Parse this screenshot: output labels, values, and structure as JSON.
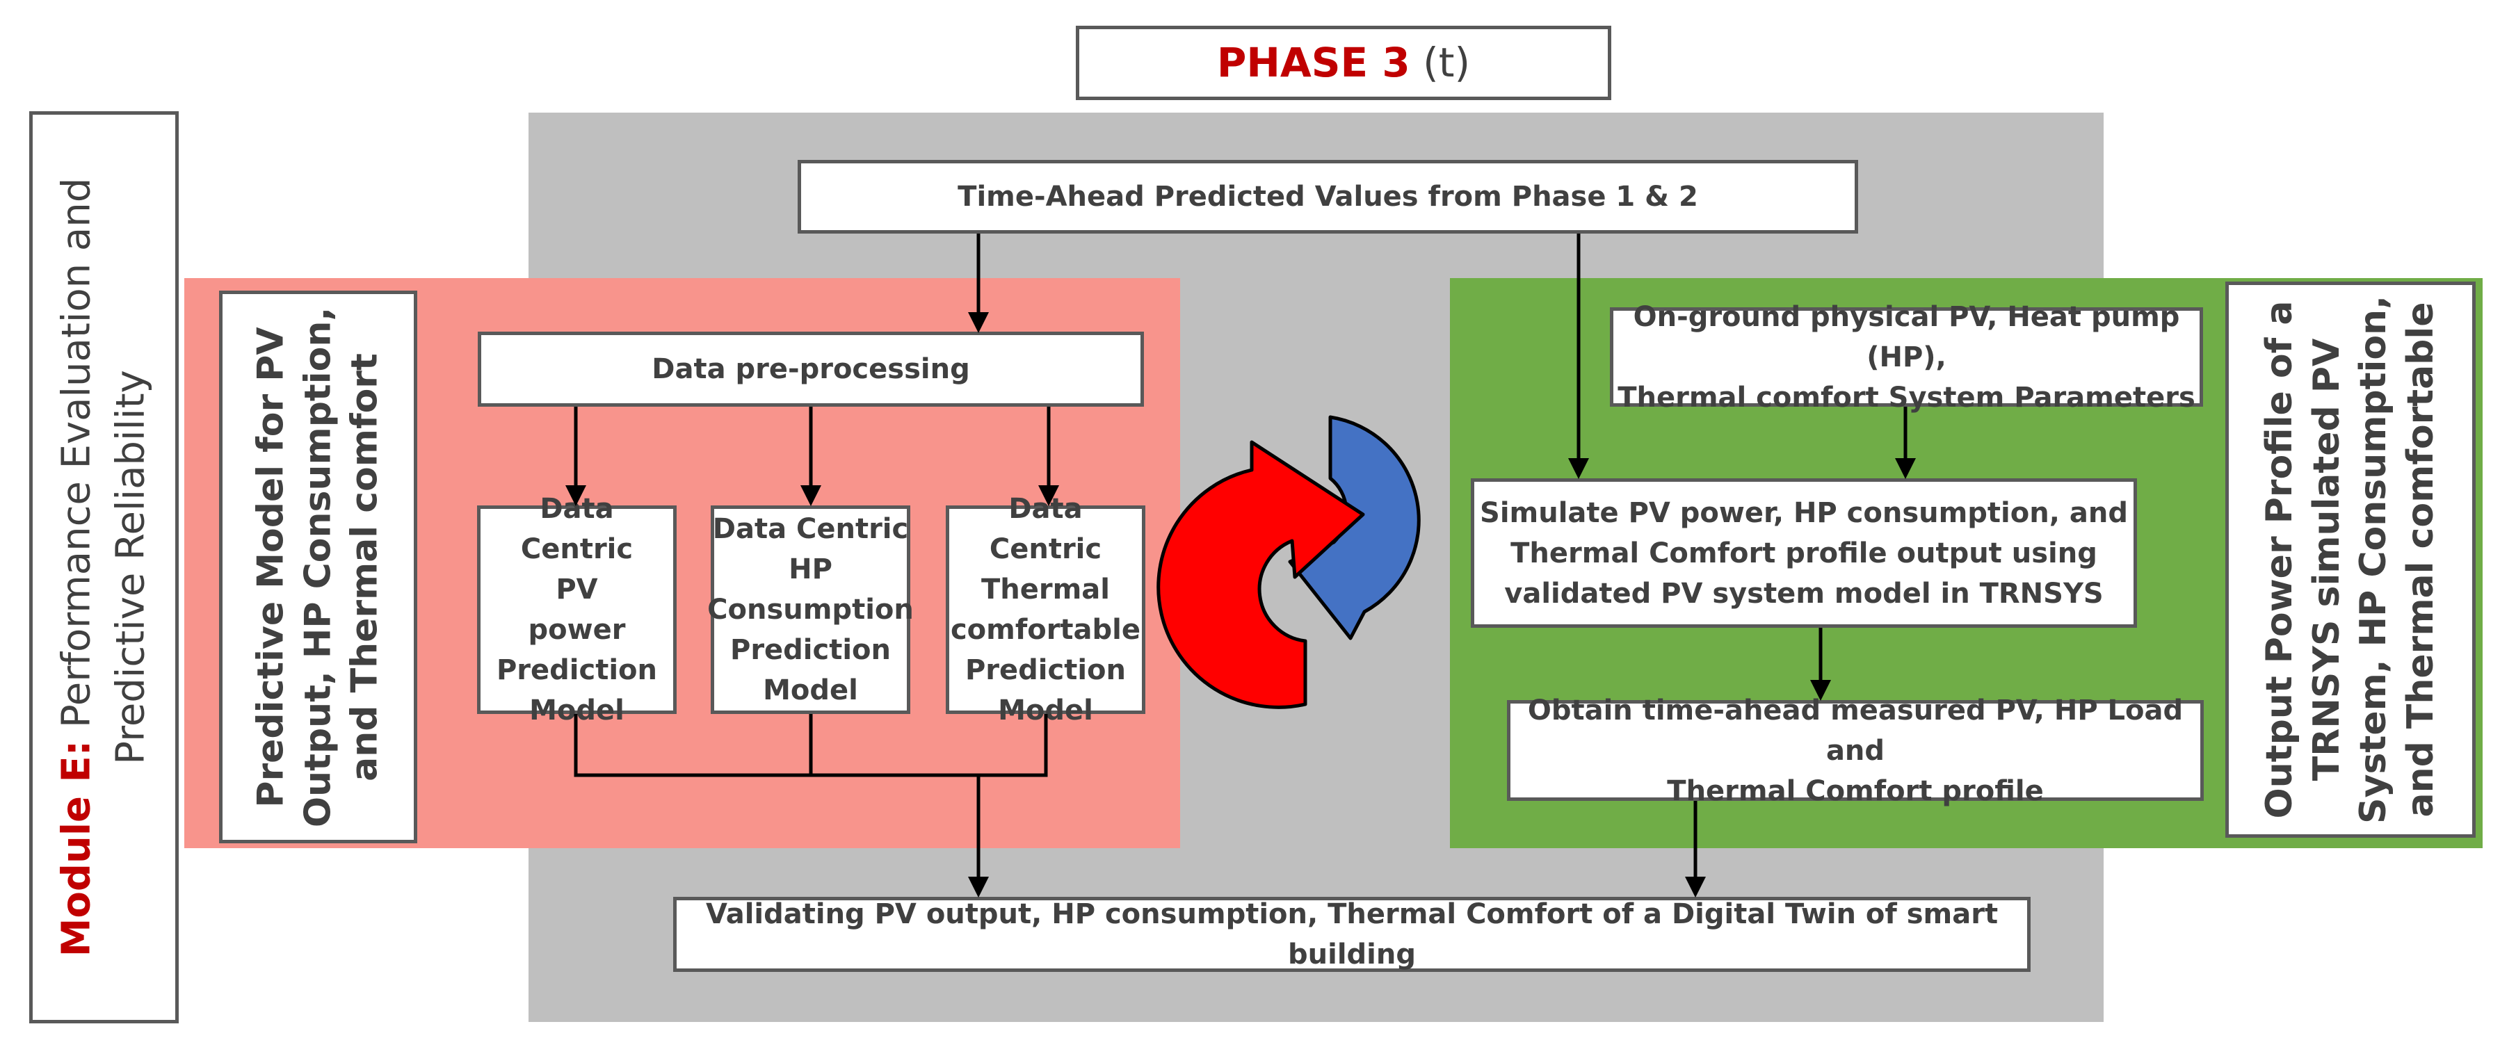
{
  "title": {
    "highlight": "PHASE 3",
    "rest": " (t)",
    "highlight_color": "#c00000"
  },
  "module_label": {
    "highlight": "Module E:",
    "line1_rest": " Performance Evaluation and",
    "line2": "Predictive Reliability",
    "highlight_color": "#c00000"
  },
  "top_box": "Time-Ahead Predicted Values from Phase 1 & 2",
  "left_panel": {
    "side_label": [
      "Predictive Model for PV",
      "Output, HP Consumption,",
      "and Thermal comfort"
    ],
    "preprocess": "Data pre-processing",
    "models": [
      [
        "Data Centric",
        "PV",
        "power",
        "Prediction",
        "Model"
      ],
      [
        "Data Centric",
        "HP",
        "Consumption",
        "Prediction",
        "Model"
      ],
      [
        "Data Centric",
        "Thermal",
        "comfortable",
        "Prediction",
        "Model"
      ]
    ]
  },
  "right_panel": {
    "params": [
      "On-ground physical PV, Heat pump (HP),",
      "Thermal comfort System Parameters"
    ],
    "simulate": [
      "Simulate PV power, HP consumption, and",
      "Thermal Comfort profile output using",
      "validated PV system model in TRNSYS"
    ],
    "obtain": [
      "Obtain time-ahead measured PV, HP Load and",
      "Thermal Comfort profile"
    ],
    "side_label": [
      "Output Power Profile of a",
      "TRNSYS simulated  PV",
      "System, HP Consumption,",
      "and Thermal comfortable"
    ]
  },
  "bottom_box": "Validating PV output, HP consumption, Thermal Comfort of a Digital Twin of smart building",
  "colors": {
    "gray": "#bfbfbf",
    "red_panel": "#f8948c",
    "green_panel": "#70ad47",
    "arrow_red": "#ff0000",
    "arrow_blue": "#4472c4"
  },
  "icons": [
    "cycle-arrows-icon"
  ]
}
